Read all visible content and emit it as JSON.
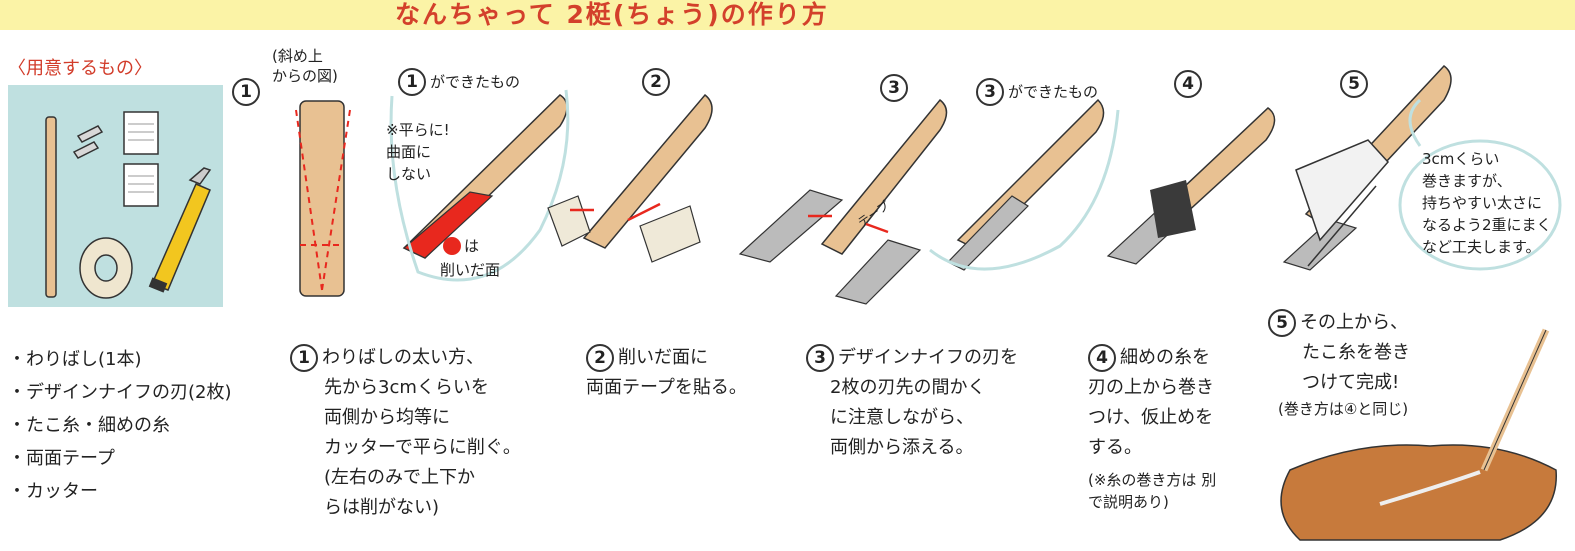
{
  "title": "なんちゃって 2梃(ちょう)の作り方",
  "materials": {
    "heading": "〈用意するもの〉",
    "items": [
      "・わりばし(1本)",
      "・デザインナイフの刃(2枚)",
      "・たこ糸・細めの糸",
      "・両面テープ",
      "・カッター"
    ]
  },
  "diagram_labels": {
    "step1_mark": "1",
    "diagonal_view": "(斜め上",
    "diagonal_view2": "からの図)",
    "step1_done_num": "1",
    "step1_done": "ができたもの",
    "flat_note1": "※平らに!",
    "flat_note2": "曲面に",
    "flat_note3": "しない",
    "shaved_key": "は",
    "shaved_key2": "削いだ面",
    "step2_mark": "2",
    "step3_mark": "3",
    "step3_done_num": "3",
    "step3_done": "ができたもの",
    "tape_label": "テープ",
    "step4_mark": "4",
    "step5_mark": "5",
    "wrap_note": [
      "3cmくらい",
      "巻きますが、",
      "持ちやすい太さに",
      "なるよう2重にまく",
      "など工夫します。"
    ]
  },
  "steps": [
    {
      "num": "1",
      "lines": [
        "わりばしの太い方、",
        "先から3cmくらいを",
        "両側から均等に",
        "カッターで平らに削ぐ。",
        "(左右のみで上下か",
        "らは削がない)"
      ]
    },
    {
      "num": "2",
      "lines": [
        "削いだ面に",
        "両面テープを貼る。"
      ]
    },
    {
      "num": "3",
      "lines": [
        "デザインナイフの刃を",
        "2枚の刃先の間かく",
        "に注意しながら、",
        "両側から添える。"
      ]
    },
    {
      "num": "4",
      "lines": [
        "細めの糸を",
        "刃の上から巻き",
        "つけ、仮止めを",
        "する。"
      ],
      "notes": [
        "(※糸の巻き方は 別",
        "で説明あり)"
      ]
    },
    {
      "num": "5",
      "lines": [
        "その上から、",
        "たこ糸を巻き",
        "つけて完成!"
      ],
      "notes": [
        "(巻き方は④と同じ)"
      ]
    }
  ],
  "colors": {
    "title": "#d3402b",
    "band": "#fbf3a6",
    "panel": "#bfe0e0",
    "wood": "#e8c192",
    "red": "#e8281e",
    "clay": "#c77a3c"
  }
}
